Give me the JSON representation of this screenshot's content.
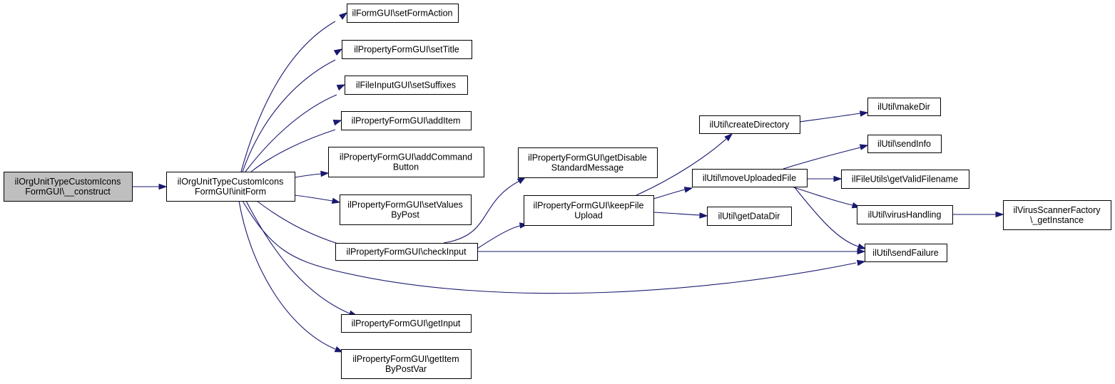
{
  "graph": {
    "nodes": {
      "construct": {
        "lines": [
          "ilOrgUnitTypeCustomIcons",
          "FormGUI\\__construct"
        ]
      },
      "initForm": {
        "lines": [
          "ilOrgUnitTypeCustomIcons",
          "FormGUI\\initForm"
        ]
      },
      "setFormAction": {
        "lines": [
          "ilFormGUI\\setFormAction"
        ]
      },
      "setTitle": {
        "lines": [
          "ilPropertyFormGUI\\setTitle"
        ]
      },
      "setSuffixes": {
        "lines": [
          "ilFileInputGUI\\setSuffixes"
        ]
      },
      "addItem": {
        "lines": [
          "ilPropertyFormGUI\\addItem"
        ]
      },
      "addCommandButton": {
        "lines": [
          "ilPropertyFormGUI\\addCommand",
          "Button"
        ]
      },
      "setValuesByPost": {
        "lines": [
          "ilPropertyFormGUI\\setValues",
          "ByPost"
        ]
      },
      "checkInput": {
        "lines": [
          "ilPropertyFormGUI\\checkInput"
        ]
      },
      "getInput": {
        "lines": [
          "ilPropertyFormGUI\\getInput"
        ]
      },
      "getItemByPostVar": {
        "lines": [
          "ilPropertyFormGUI\\getItem",
          "ByPostVar"
        ]
      },
      "getDisableStandardMessage": {
        "lines": [
          "ilPropertyFormGUI\\getDisable",
          "StandardMessage"
        ]
      },
      "keepFileUpload": {
        "lines": [
          "ilPropertyFormGUI\\keepFile",
          "Upload"
        ]
      },
      "createDirectory": {
        "lines": [
          "ilUtil\\createDirectory"
        ]
      },
      "moveUploadedFile": {
        "lines": [
          "ilUtil\\moveUploadedFile"
        ]
      },
      "getDataDir": {
        "lines": [
          "ilUtil\\getDataDir"
        ]
      },
      "makeDir": {
        "lines": [
          "ilUtil\\makeDir"
        ]
      },
      "sendInfo": {
        "lines": [
          "ilUtil\\sendInfo"
        ]
      },
      "getValidFilename": {
        "lines": [
          "ilFileUtils\\getValidFilename"
        ]
      },
      "virusHandling": {
        "lines": [
          "ilUtil\\virusHandling"
        ]
      },
      "sendFailure": {
        "lines": [
          "ilUtil\\sendFailure"
        ]
      },
      "getInstance": {
        "lines": [
          "ilVirusScannerFactory",
          "\\_getInstance"
        ]
      }
    },
    "edges": [
      [
        "construct",
        "initForm"
      ],
      [
        "initForm",
        "setFormAction"
      ],
      [
        "initForm",
        "setTitle"
      ],
      [
        "initForm",
        "setSuffixes"
      ],
      [
        "initForm",
        "addItem"
      ],
      [
        "initForm",
        "addCommandButton"
      ],
      [
        "initForm",
        "setValuesByPost"
      ],
      [
        "initForm",
        "checkInput"
      ],
      [
        "initForm",
        "sendFailure"
      ],
      [
        "initForm",
        "getInput"
      ],
      [
        "initForm",
        "getItemByPostVar"
      ],
      [
        "checkInput",
        "getDisableStandardMessage"
      ],
      [
        "checkInput",
        "keepFileUpload"
      ],
      [
        "checkInput",
        "sendFailure"
      ],
      [
        "keepFileUpload",
        "createDirectory"
      ],
      [
        "keepFileUpload",
        "moveUploadedFile"
      ],
      [
        "keepFileUpload",
        "getDataDir"
      ],
      [
        "createDirectory",
        "makeDir"
      ],
      [
        "moveUploadedFile",
        "sendInfo"
      ],
      [
        "moveUploadedFile",
        "getValidFilename"
      ],
      [
        "moveUploadedFile",
        "virusHandling"
      ],
      [
        "moveUploadedFile",
        "sendFailure"
      ],
      [
        "virusHandling",
        "getInstance"
      ]
    ],
    "colors": {
      "edge": "#191970",
      "root_fill": "#bfbfbf",
      "node_fill": "#ffffff",
      "node_border": "#000000"
    }
  }
}
